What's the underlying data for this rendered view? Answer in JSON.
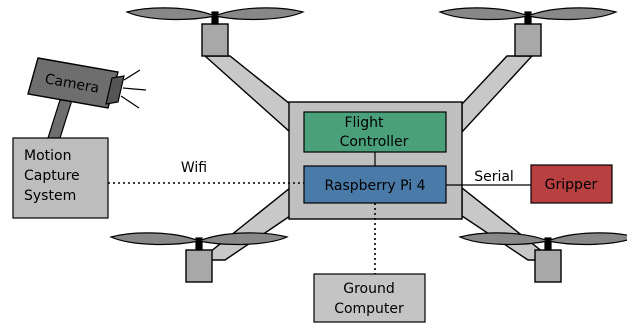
{
  "labels": {
    "camera": "Camera",
    "motion_capture": [
      "Motion",
      "Capture",
      "System"
    ],
    "flight_controller": [
      "Flight",
      "Controller"
    ],
    "raspberry_pi": "Raspberry Pi 4",
    "gripper": "Gripper",
    "ground_computer": [
      "Ground",
      "Computer"
    ],
    "wifi_link": "Wifi",
    "serial_link": "Serial"
  },
  "colors": {
    "frame": "#c0c0c0",
    "arm": "#c8c8c8",
    "motor": "#a8a8a8",
    "prop": "#888888",
    "camera_body": "#6e6e6e",
    "mocap_box": "#bdbdbd",
    "flight_controller": "#4aa078",
    "raspberry_pi": "#4a7ba8",
    "gripper": "#b84040",
    "ground_box": "#c4c4c4"
  },
  "icons": {
    "camera": "camera-icon",
    "rotor": "propeller-icon"
  }
}
